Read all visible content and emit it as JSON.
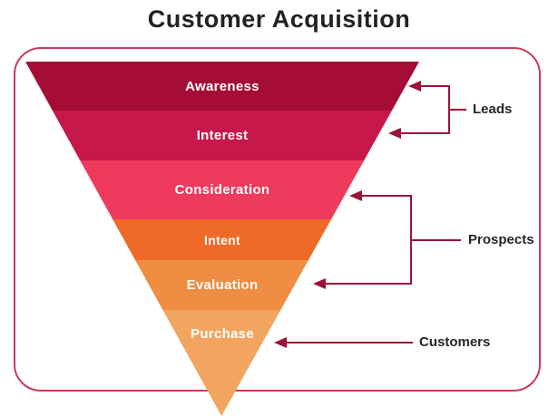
{
  "title": "Customer Acquisition",
  "funnel": {
    "stages": [
      {
        "label": "Awareness",
        "color": "#A50D36"
      },
      {
        "label": "Interest",
        "color": "#C6184A"
      },
      {
        "label": "Consideration",
        "color": "#EE3A5C"
      },
      {
        "label": "Intent",
        "color": "#EF6A28"
      },
      {
        "label": "Evaluation",
        "color": "#EF8D42"
      },
      {
        "label": "Purchase",
        "color": "#F2A55F"
      }
    ]
  },
  "annotations": {
    "leads_label": "Leads",
    "prospects_label": "Prospects",
    "customers_label": "Customers"
  },
  "colors": {
    "arrow": "#9C1239",
    "frame_border": "#C73B5B",
    "title_text": "#222222",
    "annotation_text": "#26262A",
    "stage_text": "#FFFFFF"
  }
}
